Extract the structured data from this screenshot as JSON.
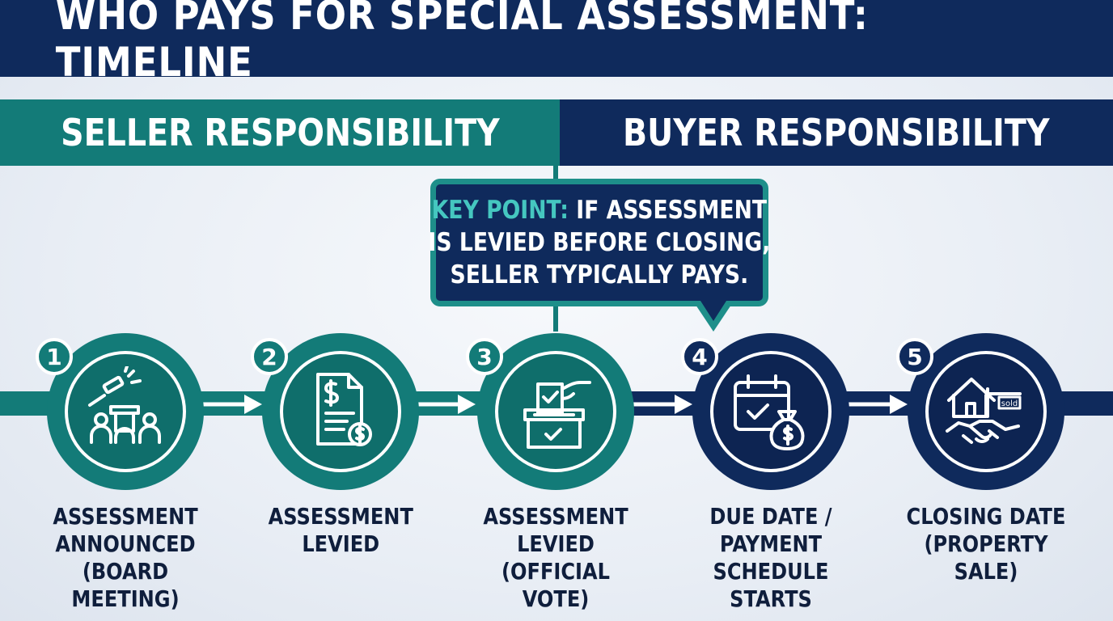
{
  "title": "WHO PAYS FOR SPECIAL ASSESSMENT: TIMELINE",
  "bands": {
    "seller": "SELLER RESPONSIBILITY",
    "buyer": "BUYER RESPONSIBILITY"
  },
  "callout": {
    "key_label": "KEY POINT:",
    "line1_rest": " IF ASSESSMENT",
    "line2": "IS LEVIED BEFORE CLOSING,",
    "line3": "SELLER TYPICALLY PAYS."
  },
  "steps": [
    {
      "number": "1",
      "label": "ASSESSMENT\nANNOUNCED\n(BOARD MEETING)",
      "icon": "gavel-meeting-icon",
      "side": "seller"
    },
    {
      "number": "2",
      "label": "ASSESSMENT\nLEVIED",
      "icon": "invoice-dollar-icon",
      "side": "seller"
    },
    {
      "number": "3",
      "label": "ASSESSMENT\nLEVIED\n(OFFICIAL VOTE)",
      "icon": "ballot-box-icon",
      "side": "seller"
    },
    {
      "number": "4",
      "label": "DUE DATE /\nPAYMENT\nSCHEDULE STARTS",
      "icon": "calendar-money-bag-icon",
      "side": "buyer"
    },
    {
      "number": "5",
      "label": "CLOSING DATE\n(PROPERTY SALE)",
      "icon": "sold-house-handshake-icon",
      "side": "buyer"
    }
  ],
  "sold_sign_text": "sold",
  "colors": {
    "seller_teal": "#137b78",
    "buyer_navy": "#0f2a5c",
    "key_point_accent": "#45c7c0",
    "label_text": "#0f1e3c"
  }
}
